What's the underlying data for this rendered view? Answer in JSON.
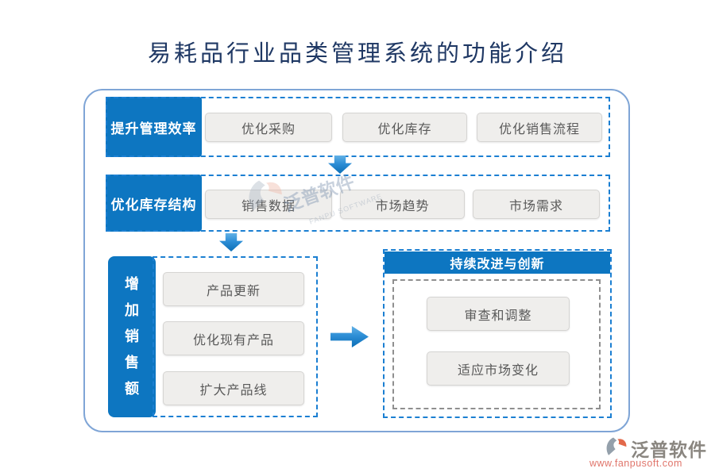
{
  "title": "易耗品行业品类管理系统的功能介绍",
  "rows": [
    {
      "label": "提升管理效率",
      "items": [
        "优化采购",
        "优化库存",
        "优化销售流程"
      ]
    },
    {
      "label": "优化库存结构",
      "items": [
        "销售数据",
        "市场趋势",
        "市场需求"
      ]
    },
    {
      "label": "增加销售额",
      "items": [
        "产品更新",
        "优化现有产品",
        "扩大产品线"
      ]
    }
  ],
  "right_panel": {
    "title": "持续改进与创新",
    "items": [
      "审查和调整",
      "适应市场变化"
    ]
  },
  "watermark": {
    "text": "泛普软件",
    "subtext": "FANPU SOFTWARE"
  },
  "footer": {
    "brand": "泛普软件",
    "url": "www.fanpusoft.com"
  },
  "colors": {
    "primary_blue": "#0d76c1",
    "dashed_blue": "#1b7fd2",
    "frame_border": "#7fa5d6",
    "node_bg": "#efeeec",
    "node_text": "#595959",
    "title_text": "#1f3864",
    "gray_dashed": "#8f8f8f",
    "footer_url": "#e0756b"
  }
}
